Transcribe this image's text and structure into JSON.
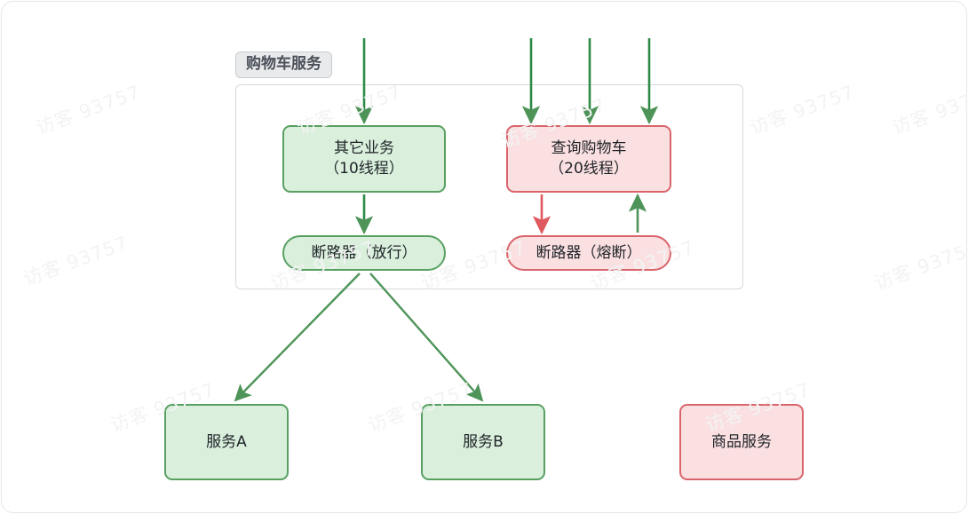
{
  "diagram": {
    "group": {
      "label": "购物车服务"
    },
    "nodes": {
      "other_business": {
        "line1": "其它业务",
        "line2": "（10线程）"
      },
      "query_cart": {
        "line1": "查询购物车",
        "line2": "（20线程）"
      },
      "breaker_pass": {
        "label": "断路器（放行）"
      },
      "breaker_open": {
        "label": "断路器（熔断）"
      },
      "service_a": {
        "label": "服务A"
      },
      "service_b": {
        "label": "服务B"
      },
      "product_service": {
        "label": "商品服务"
      }
    },
    "colors": {
      "green_stroke": "#58a062",
      "green_fill": "#daf0dd",
      "red_stroke": "#d8656b",
      "red_fill": "#fbe0e2",
      "group_border": "#d7d9de",
      "group_label_bg": "#e9eaec",
      "watermark": "#f3f3f3"
    },
    "watermark": {
      "text": "访客 93757"
    }
  }
}
